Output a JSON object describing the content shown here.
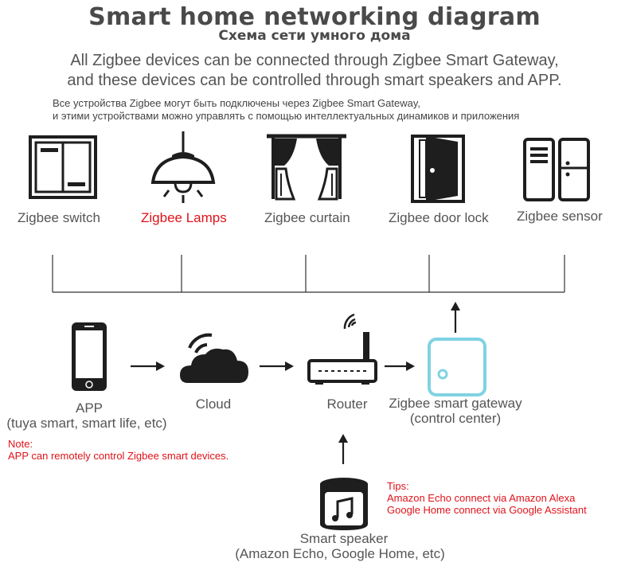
{
  "title": "Smart home networking diagram",
  "subtitle": "Схема сети умного дома",
  "description_en": [
    "All Zigbee devices can be connected through Zigbee Smart Gateway,",
    "and these devices can be controlled through smart speakers and APP."
  ],
  "description_ru": [
    "Все устройства Zigbee могут быть подключены через Zigbee Smart Gateway,",
    "и этими устройствами можно управлять с помощью интеллектуальных динамиков и приложения"
  ],
  "devices": [
    {
      "label": "Zigbee switch",
      "icon": "switch-icon",
      "highlight": false
    },
    {
      "label": "Zigbee Lamps",
      "icon": "lamp-icon",
      "highlight": true
    },
    {
      "label": "Zigbee curtain",
      "icon": "curtain-icon",
      "highlight": false
    },
    {
      "label": "Zigbee door lock",
      "icon": "door-icon",
      "highlight": false
    },
    {
      "label": "Zigbee sensor",
      "icon": "sensor-icon",
      "highlight": false
    }
  ],
  "nodes": {
    "app": {
      "label": "APP",
      "sublabel": "(tuya smart, smart life, etc)",
      "icon": "phone-icon"
    },
    "cloud": {
      "label": "Cloud",
      "icon": "cloud-icon"
    },
    "router": {
      "label": "Router",
      "icon": "router-icon"
    },
    "gateway": {
      "label": "Zigbee smart gateway",
      "sublabel": "(control center)",
      "icon": "gateway-icon"
    },
    "speaker": {
      "label": "Smart speaker",
      "sublabel": "(Amazon Echo, Google Home, etc)",
      "icon": "speaker-icon"
    }
  },
  "note": {
    "title": "Note:",
    "text": "APP can remotely control Zigbee smart devices."
  },
  "tips": {
    "title": "Tips:",
    "lines": [
      "Amazon Echo connect via Amazon Alexa",
      "Google Home connect via Google Assistant"
    ]
  },
  "colors": {
    "accent_red": "#e0131a",
    "gateway_cyan": "#7fd3e3",
    "icon_dark": "#1e1e1e",
    "text_gray": "#555555"
  }
}
